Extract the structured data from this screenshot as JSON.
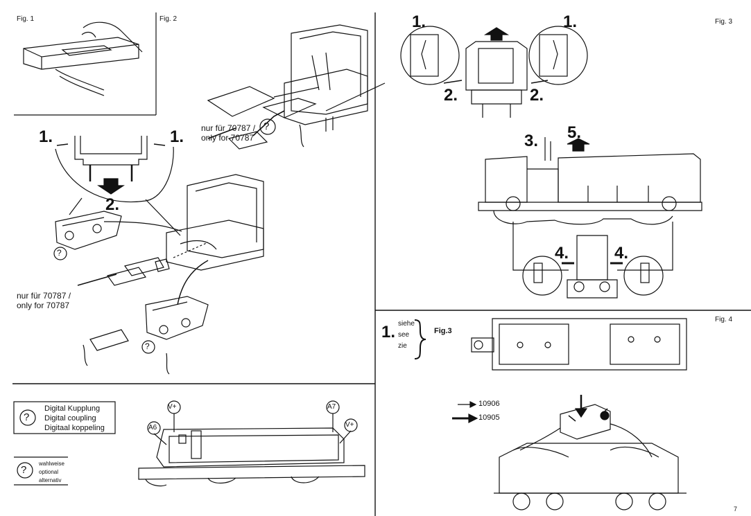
{
  "figures": {
    "fig1": "Fig. 1",
    "fig2": "Fig. 2",
    "fig3": "Fig. 3",
    "fig4": "Fig. 4"
  },
  "fig2": {
    "step1_left": "1.",
    "step1_right": "1.",
    "step2": "2.",
    "note_top": [
      "nur für 70787 /",
      "only for 70787"
    ],
    "note_bottom": [
      "nur für 70787 /",
      "only for 70787"
    ],
    "optional_symbol": "?"
  },
  "fig3": {
    "top_left_1": "1.",
    "top_left_2": "2.",
    "top_right_1": "1.",
    "top_right_2": "2.",
    "step3": "3.",
    "step5": "5.",
    "step4_left": "4.",
    "step4_right": "4."
  },
  "fig4": {
    "step1": "1.",
    "refer_words": [
      "siehe",
      "see",
      "zie"
    ],
    "refer_target": "Fig.3",
    "arrows": [
      {
        "label": "10906",
        "style": "thin"
      },
      {
        "label": "10905",
        "style": "thick"
      }
    ]
  },
  "board": {
    "labels": [
      "V+",
      "A6",
      "A7",
      "V+"
    ]
  },
  "legend": {
    "digital": [
      "Digital Kupplung",
      "Digital coupling",
      "Digitaal koppeling"
    ],
    "optional": [
      "wahlweise",
      "optional",
      "alternativ"
    ],
    "symbol": "?"
  },
  "page_number": "7"
}
